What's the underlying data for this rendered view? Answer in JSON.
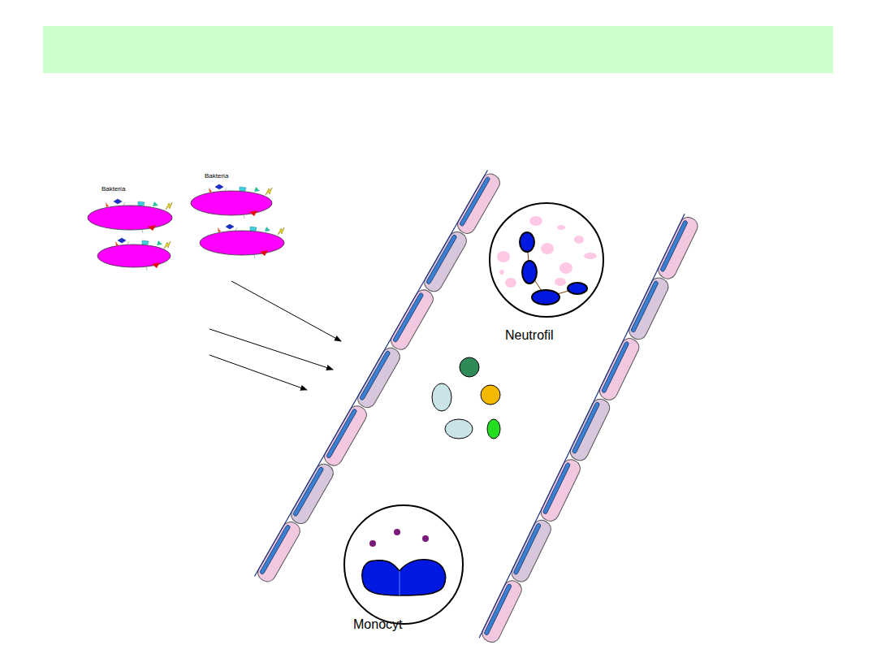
{
  "diagram": {
    "nodes": [
      {
        "text": [
          "Bakteria"
        ]
      },
      {
        "text": [
          "Bakteria"
        ]
      },
      {
        "text": [
          "Neutrofil"
        ]
      },
      {
        "text": [
          "Monocyt"
        ]
      }
    ]
  }
}
